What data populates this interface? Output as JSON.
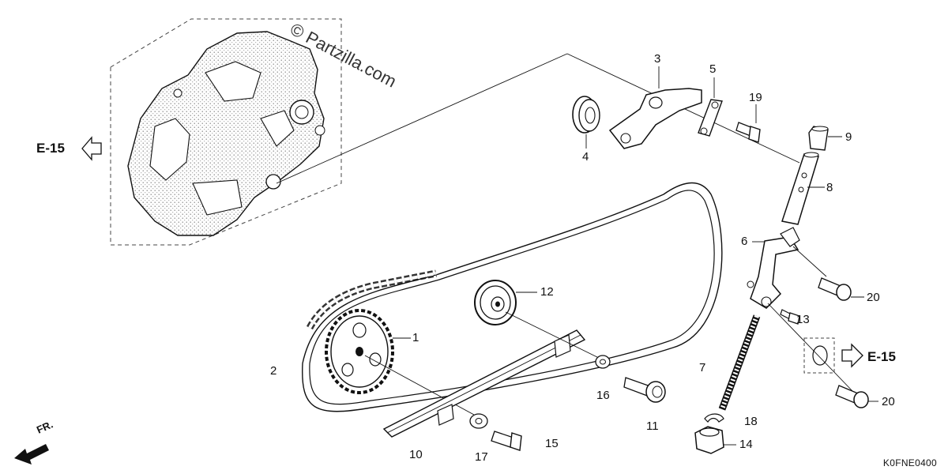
{
  "watermark": "© Partzilla.com",
  "diagram_code": "K0FNE0400",
  "front_marker": "FR.",
  "references": {
    "left": "E-15",
    "right": "E-15"
  },
  "parts": [
    {
      "id": "p1",
      "label": "1"
    },
    {
      "id": "p2",
      "label": "2"
    },
    {
      "id": "p3",
      "label": "3"
    },
    {
      "id": "p4",
      "label": "4"
    },
    {
      "id": "p5",
      "label": "5"
    },
    {
      "id": "p6",
      "label": "6"
    },
    {
      "id": "p7",
      "label": "7"
    },
    {
      "id": "p8",
      "label": "8"
    },
    {
      "id": "p9",
      "label": "9"
    },
    {
      "id": "p10",
      "label": "10"
    },
    {
      "id": "p11",
      "label": "11"
    },
    {
      "id": "p12",
      "label": "12"
    },
    {
      "id": "p13",
      "label": "13"
    },
    {
      "id": "p14",
      "label": "14"
    },
    {
      "id": "p15",
      "label": "15"
    },
    {
      "id": "p16",
      "label": "16"
    },
    {
      "id": "p17",
      "label": "17"
    },
    {
      "id": "p18",
      "label": "18"
    },
    {
      "id": "p19",
      "label": "19"
    },
    {
      "id": "p20a",
      "label": "20"
    },
    {
      "id": "p20b",
      "label": "20"
    }
  ]
}
